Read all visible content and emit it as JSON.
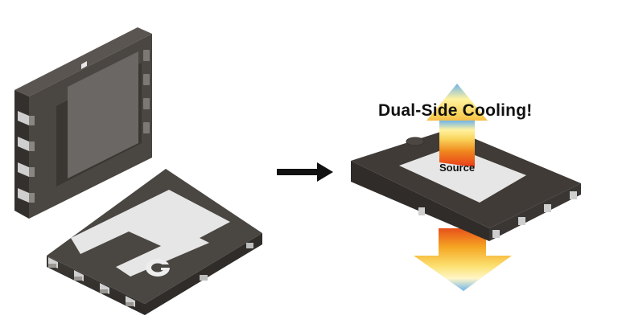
{
  "diagram": {
    "headline": "Dual-Side Cooling!",
    "pad_label": "Source",
    "logo_letter": "G"
  },
  "colors": {
    "package_body": "#4a4642",
    "package_top": "#403b37",
    "exposed_pad": "#e6e6e6",
    "lead": "#c9c9c9",
    "arrow_dark": "#111111",
    "heat_hot": "#e83a1a",
    "heat_warm": "#f5a623",
    "heat_mid": "#fff2a0",
    "heat_cool": "#6fb4ea"
  },
  "icons": [
    "logo-g-icon",
    "right-arrow-icon",
    "heat-up-arrow-icon",
    "heat-down-arrow-icon"
  ]
}
